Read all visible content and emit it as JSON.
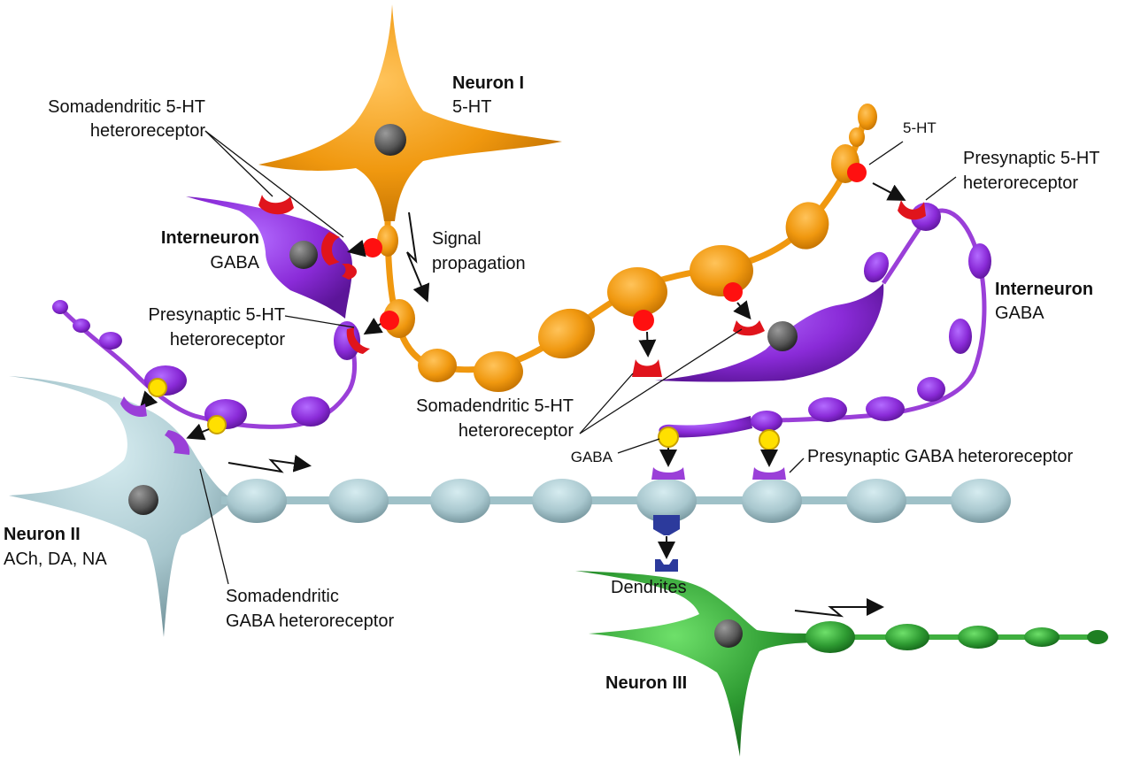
{
  "neurons": {
    "neuron1": {
      "name": "Neuron I",
      "transmitter": "5-HT"
    },
    "neuron2": {
      "name": "Neuron II",
      "transmitter": "ACh, DA, NA"
    },
    "neuron3": {
      "name": "Neuron III"
    },
    "interneuron_left": {
      "name": "Interneuron",
      "transmitter": "GABA"
    },
    "interneuron_right": {
      "name": "Interneuron",
      "transmitter": "GABA"
    }
  },
  "labels": {
    "somadendritic_5ht_top": [
      "Somadendritic 5-HT",
      "heteroreceptor"
    ],
    "signal_propagation": [
      "Signal",
      "propagation"
    ],
    "presynaptic_5ht_left": [
      "Presynaptic 5-HT",
      "heteroreceptor"
    ],
    "presynaptic_5ht_right": [
      "Presynaptic 5-HT",
      "heteroreceptor"
    ],
    "somadendritic_5ht_mid": [
      "Somadendritic 5-HT",
      "heteroreceptor"
    ],
    "five_ht_small": "5-HT",
    "gaba_small": "GABA",
    "presynaptic_gaba": "Presynaptic GABA heteroreceptor",
    "somadendritic_gaba": [
      "Somadendritic",
      "GABA heteroreceptor"
    ],
    "dendrites": "Dendrites"
  },
  "colors": {
    "serotonin_neuron": "#F0980F",
    "interneuron": "#8A2BD8",
    "neuron2": "#B3D3DA",
    "neuron3": "#2E9B32",
    "receptor_5ht": "#E0141C",
    "transmitter_5ht": "#FF1010",
    "transmitter_gaba": "#FFE000",
    "receptor_gaba": "#9A3FD8",
    "postsynaptic_receptor": "#2C3A9C",
    "nucleus": "#555555"
  }
}
